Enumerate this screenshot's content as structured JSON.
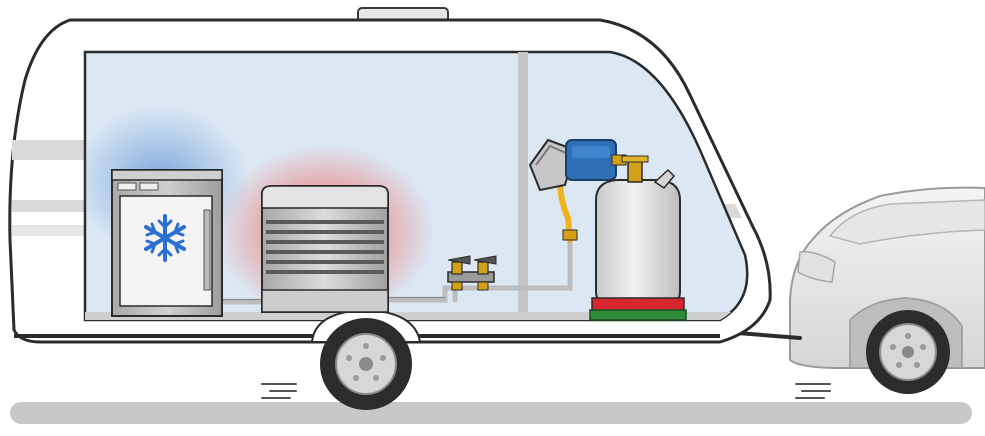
{
  "scene": {
    "description_items": [
      {
        "id": "caravan",
        "icon": "caravan-body"
      },
      {
        "id": "fridge",
        "icon": "snowflake-icon"
      },
      {
        "id": "heater",
        "icon": "heater-unit"
      },
      {
        "id": "gas-valves",
        "icon": "valve-icon"
      },
      {
        "id": "regulator",
        "icon": "gas-regulator"
      },
      {
        "id": "gas-bottle",
        "icon": "gas-bottle"
      },
      {
        "id": "car",
        "icon": "car-rear"
      }
    ],
    "colors": {
      "body_fill": "#ffffff",
      "outline": "#2b2b2b",
      "interior": "#dbe8f4",
      "stripe": "#d9d9d9",
      "cold_glow": "#7aa6d9",
      "heat_glow": "#f4766a",
      "snowflake": "#2a6fd1",
      "pipe": "#c9c9c9",
      "hose": "#f2b21b",
      "regulator_blue": "#2f6fb5",
      "bottle_base_red": "#d6262f",
      "bottle_base_green": "#2e8b3a",
      "ground": "#c8c8c8"
    }
  }
}
